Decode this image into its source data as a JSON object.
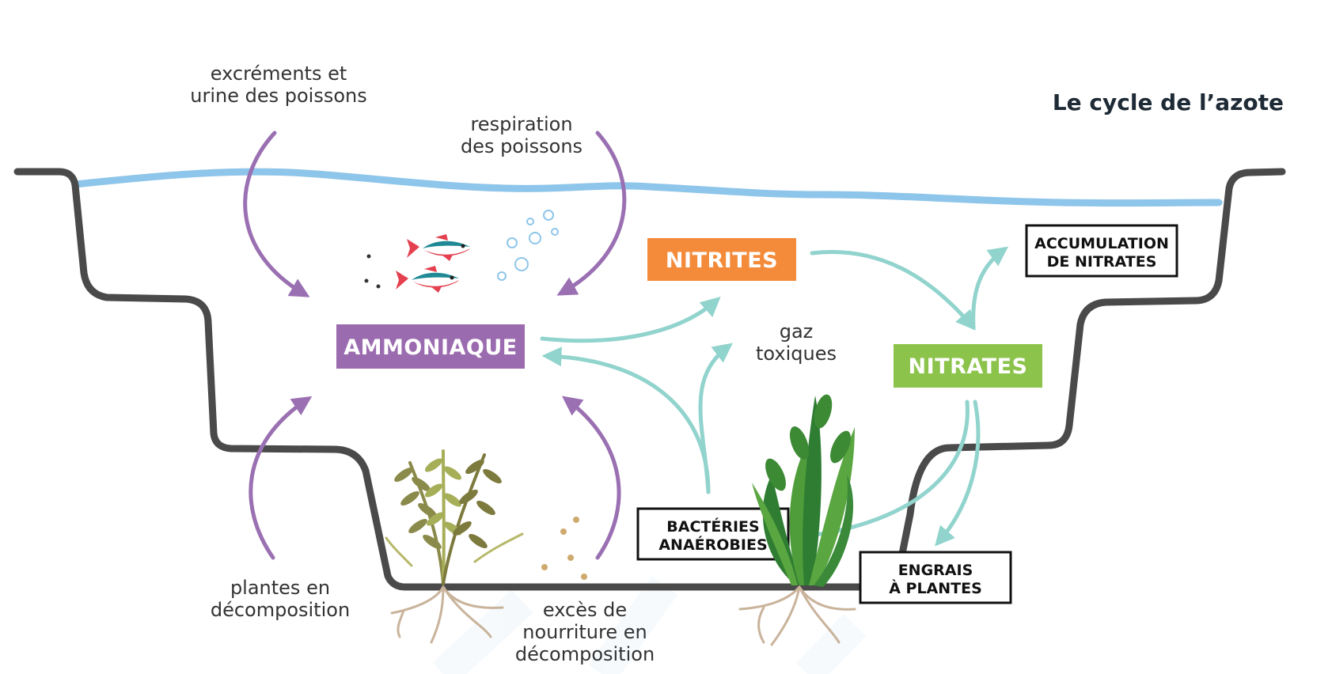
{
  "title": "Le cycle de l’azote",
  "colors": {
    "ammoniaque": "#9b6bb0",
    "nitrites": "#f48b3a",
    "nitrates": "#8cc34b",
    "arrow_purple": "#9a70b2",
    "arrow_teal": "#91d3cd",
    "water": "#8ec5ea",
    "tank": "#444444"
  },
  "compounds": {
    "ammoniaque": "AMMONIAQUE",
    "nitrites": "NITRITES",
    "nitrates": "NITRATES"
  },
  "sources": {
    "excrements_line1": "excréments et",
    "excrements_line2": "urine des poissons",
    "respiration_line1": "respiration",
    "respiration_line2": "des poissons",
    "plantes_line1": "plantes en",
    "plantes_line2": "décomposition",
    "nourriture_line1": "excès de",
    "nourriture_line2": "nourriture en",
    "nourriture_line3": "décomposition"
  },
  "gaz_line1": "gaz",
  "gaz_line2": "toxiques",
  "tags": {
    "accumulation_line1": "ACCUMULATION",
    "accumulation_line2": "DE NITRATES",
    "bacteries_line1": "BACTÉRIES",
    "bacteries_line2": "ANAÉROBIES",
    "engrais_line1": "ENGRAIS",
    "engrais_line2": "À PLANTES"
  },
  "icons": [
    "fish-icon",
    "bubbles-icon",
    "waste-dots-icon",
    "food-pellets-icon",
    "aquatic-plant-icon",
    "roots-icon"
  ]
}
